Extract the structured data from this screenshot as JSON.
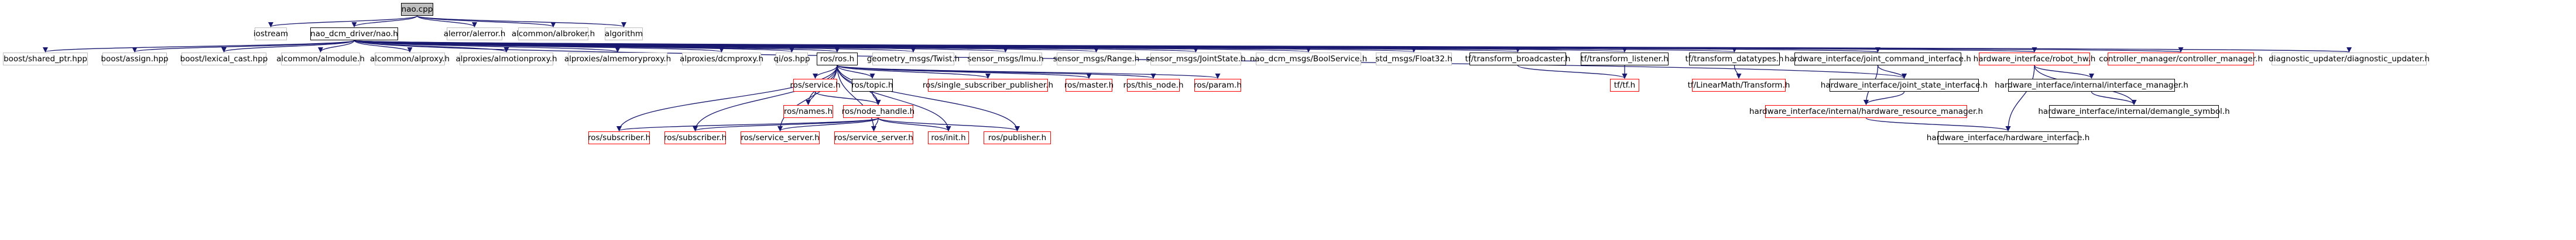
{
  "diagram": {
    "edge_color": "#191970",
    "node_fill_root": "#bfbfbf",
    "border_colors": {
      "grey": "#bfbfbf",
      "black": "#000000",
      "red": "#ff0000"
    },
    "nodes": [
      {
        "id": "nao_cpp",
        "label": "nao.cpp",
        "style": "root"
      },
      {
        "id": "iostream",
        "label": "iostream",
        "style": "grey"
      },
      {
        "id": "nao_driver",
        "label": "nao_dcm_driver/nao.h",
        "style": "black"
      },
      {
        "id": "alerror",
        "label": "alerror/alerror.h",
        "style": "grey"
      },
      {
        "id": "albroker",
        "label": "alcommon/albroker.h",
        "style": "grey"
      },
      {
        "id": "algorithm",
        "label": "algorithm",
        "style": "grey"
      },
      {
        "id": "shared_ptr",
        "label": "boost/shared_ptr.hpp",
        "style": "grey"
      },
      {
        "id": "assign",
        "label": "boost/assign.hpp",
        "style": "grey"
      },
      {
        "id": "lexical_cast",
        "label": "boost/lexical_cast.hpp",
        "style": "grey"
      },
      {
        "id": "almodule",
        "label": "alcommon/almodule.h",
        "style": "grey"
      },
      {
        "id": "alproxy",
        "label": "alcommon/alproxy.h",
        "style": "grey"
      },
      {
        "id": "almotionproxy",
        "label": "alproxies/almotionproxy.h",
        "style": "grey"
      },
      {
        "id": "almemoryproxy",
        "label": "alproxies/almemoryproxy.h",
        "style": "grey"
      },
      {
        "id": "dcmproxy",
        "label": "alproxies/dcmproxy.h",
        "style": "grey"
      },
      {
        "id": "qi_os",
        "label": "qi/os.hpp",
        "style": "grey"
      },
      {
        "id": "ros_h",
        "label": "ros/ros.h",
        "style": "black"
      },
      {
        "id": "twist",
        "label": "geometry_msgs/Twist.h",
        "style": "grey"
      },
      {
        "id": "imu",
        "label": "sensor_msgs/Imu.h",
        "style": "grey"
      },
      {
        "id": "range",
        "label": "sensor_msgs/Range.h",
        "style": "grey"
      },
      {
        "id": "jointstate",
        "label": "sensor_msgs/JointState.h",
        "style": "grey"
      },
      {
        "id": "boolservice",
        "label": "nao_dcm_msgs/BoolService.h",
        "style": "grey"
      },
      {
        "id": "float32",
        "label": "std_msgs/Float32.h",
        "style": "grey"
      },
      {
        "id": "tf_broadcaster",
        "label": "tf/transform_broadcaster.h",
        "style": "black"
      },
      {
        "id": "tf_listener",
        "label": "tf/transform_listener.h",
        "style": "black"
      },
      {
        "id": "tf_datatypes",
        "label": "tf/transform_datatypes.h",
        "style": "black"
      },
      {
        "id": "joint_cmd",
        "label": "hardware_interface/joint_command_interface.h",
        "style": "black"
      },
      {
        "id": "robot_hw",
        "label": "hardware_interface/robot_hw.h",
        "style": "red"
      },
      {
        "id": "ctrl_mgr",
        "label": "controller_manager/controller_manager.h",
        "style": "red"
      },
      {
        "id": "diag_upd",
        "label": "diagnostic_updater/diagnostic_updater.h",
        "style": "grey"
      },
      {
        "id": "ros_service",
        "label": "ros/service.h",
        "style": "red"
      },
      {
        "id": "ros_topic",
        "label": "ros/topic.h",
        "style": "black"
      },
      {
        "id": "single_sub_pub",
        "label": "ros/single_subscriber_publisher.h",
        "style": "red"
      },
      {
        "id": "ros_master",
        "label": "ros/master.h",
        "style": "red"
      },
      {
        "id": "ros_this_node",
        "label": "ros/this_node.h",
        "style": "red"
      },
      {
        "id": "ros_param",
        "label": "ros/param.h",
        "style": "red"
      },
      {
        "id": "tf_tf",
        "label": "tf/tf.h",
        "style": "red"
      },
      {
        "id": "linearmath",
        "label": "tf/LinearMath/Transform.h",
        "style": "red"
      },
      {
        "id": "joint_state",
        "label": "hardware_interface/joint_state_interface.h",
        "style": "black"
      },
      {
        "id": "iface_mgr",
        "label": "hardware_interface/internal/interface_manager.h",
        "style": "black"
      },
      {
        "id": "ros_names",
        "label": "ros/names.h",
        "style": "red"
      },
      {
        "id": "ros_node_handle",
        "label": "ros/node_handle.h",
        "style": "red"
      },
      {
        "id": "hw_res_mgr",
        "label": "hardware_interface/internal/hardware_resource_manager.h",
        "style": "red"
      },
      {
        "id": "demangle",
        "label": "hardware_interface/internal/demangle_symbol.h",
        "style": "black"
      },
      {
        "id": "ros_subscriber",
        "label": "ros/subscriber.h",
        "style": "red"
      },
      {
        "id": "ros_subscriber2",
        "label": "ros/subscriber.h",
        "style": "red"
      },
      {
        "id": "ros_service_server",
        "label": "ros/service_server.h",
        "style": "red"
      },
      {
        "id": "ros_service_server2",
        "label": "ros/service_server.h",
        "style": "red"
      },
      {
        "id": "ros_init",
        "label": "ros/init.h",
        "style": "red"
      },
      {
        "id": "ros_publisher",
        "label": "ros/publisher.h",
        "style": "red"
      },
      {
        "id": "hw_iface",
        "label": "hardware_interface/hardware_interface.h",
        "style": "black"
      }
    ],
    "edges": [
      [
        "nao_cpp",
        "iostream"
      ],
      [
        "nao_cpp",
        "nao_driver"
      ],
      [
        "nao_cpp",
        "alerror"
      ],
      [
        "nao_cpp",
        "albroker"
      ],
      [
        "nao_cpp",
        "algorithm"
      ],
      [
        "nao_driver",
        "shared_ptr"
      ],
      [
        "nao_driver",
        "assign"
      ],
      [
        "nao_driver",
        "lexical_cast"
      ],
      [
        "nao_driver",
        "almodule"
      ],
      [
        "nao_driver",
        "alproxy"
      ],
      [
        "nao_driver",
        "almotionproxy"
      ],
      [
        "nao_driver",
        "almemoryproxy"
      ],
      [
        "nao_driver",
        "dcmproxy"
      ],
      [
        "nao_driver",
        "qi_os"
      ],
      [
        "nao_driver",
        "ros_h"
      ],
      [
        "nao_driver",
        "twist"
      ],
      [
        "nao_driver",
        "imu"
      ],
      [
        "nao_driver",
        "range"
      ],
      [
        "nao_driver",
        "jointstate"
      ],
      [
        "nao_driver",
        "boolservice"
      ],
      [
        "nao_driver",
        "float32"
      ],
      [
        "nao_driver",
        "tf_broadcaster"
      ],
      [
        "nao_driver",
        "tf_listener"
      ],
      [
        "nao_driver",
        "tf_datatypes"
      ],
      [
        "nao_driver",
        "joint_cmd"
      ],
      [
        "nao_driver",
        "robot_hw"
      ],
      [
        "nao_driver",
        "ctrl_mgr"
      ],
      [
        "nao_driver",
        "diag_upd"
      ],
      [
        "nao_driver",
        "joint_state"
      ],
      [
        "ros_h",
        "ros_service"
      ],
      [
        "ros_h",
        "ros_topic"
      ],
      [
        "ros_h",
        "single_sub_pub"
      ],
      [
        "ros_h",
        "ros_master"
      ],
      [
        "ros_h",
        "ros_this_node"
      ],
      [
        "ros_h",
        "ros_param"
      ],
      [
        "ros_h",
        "ros_names"
      ],
      [
        "ros_h",
        "ros_node_handle"
      ],
      [
        "ros_h",
        "ros_subscriber"
      ],
      [
        "ros_h",
        "ros_subscriber2"
      ],
      [
        "ros_h",
        "ros_service_server"
      ],
      [
        "ros_h",
        "ros_service_server2"
      ],
      [
        "ros_h",
        "ros_init"
      ],
      [
        "ros_h",
        "ros_publisher"
      ],
      [
        "ros_service",
        "ros_names"
      ],
      [
        "ros_service",
        "ros_node_handle"
      ],
      [
        "ros_topic",
        "ros_node_handle"
      ],
      [
        "ros_node_handle",
        "ros_subscriber"
      ],
      [
        "ros_node_handle",
        "ros_subscriber2"
      ],
      [
        "ros_node_handle",
        "ros_service_server"
      ],
      [
        "ros_node_handle",
        "ros_service_server2"
      ],
      [
        "ros_node_handle",
        "ros_init"
      ],
      [
        "ros_node_handle",
        "ros_publisher"
      ],
      [
        "tf_broadcaster",
        "tf_tf"
      ],
      [
        "tf_listener",
        "tf_tf"
      ],
      [
        "tf_datatypes",
        "linearmath"
      ],
      [
        "joint_cmd",
        "joint_state"
      ],
      [
        "joint_cmd",
        "hw_res_mgr"
      ],
      [
        "joint_state",
        "hw_res_mgr"
      ],
      [
        "robot_hw",
        "iface_mgr"
      ],
      [
        "robot_hw",
        "hw_iface"
      ],
      [
        "robot_hw",
        "demangle"
      ],
      [
        "iface_mgr",
        "demangle"
      ],
      [
        "hw_res_mgr",
        "hw_iface"
      ]
    ]
  }
}
